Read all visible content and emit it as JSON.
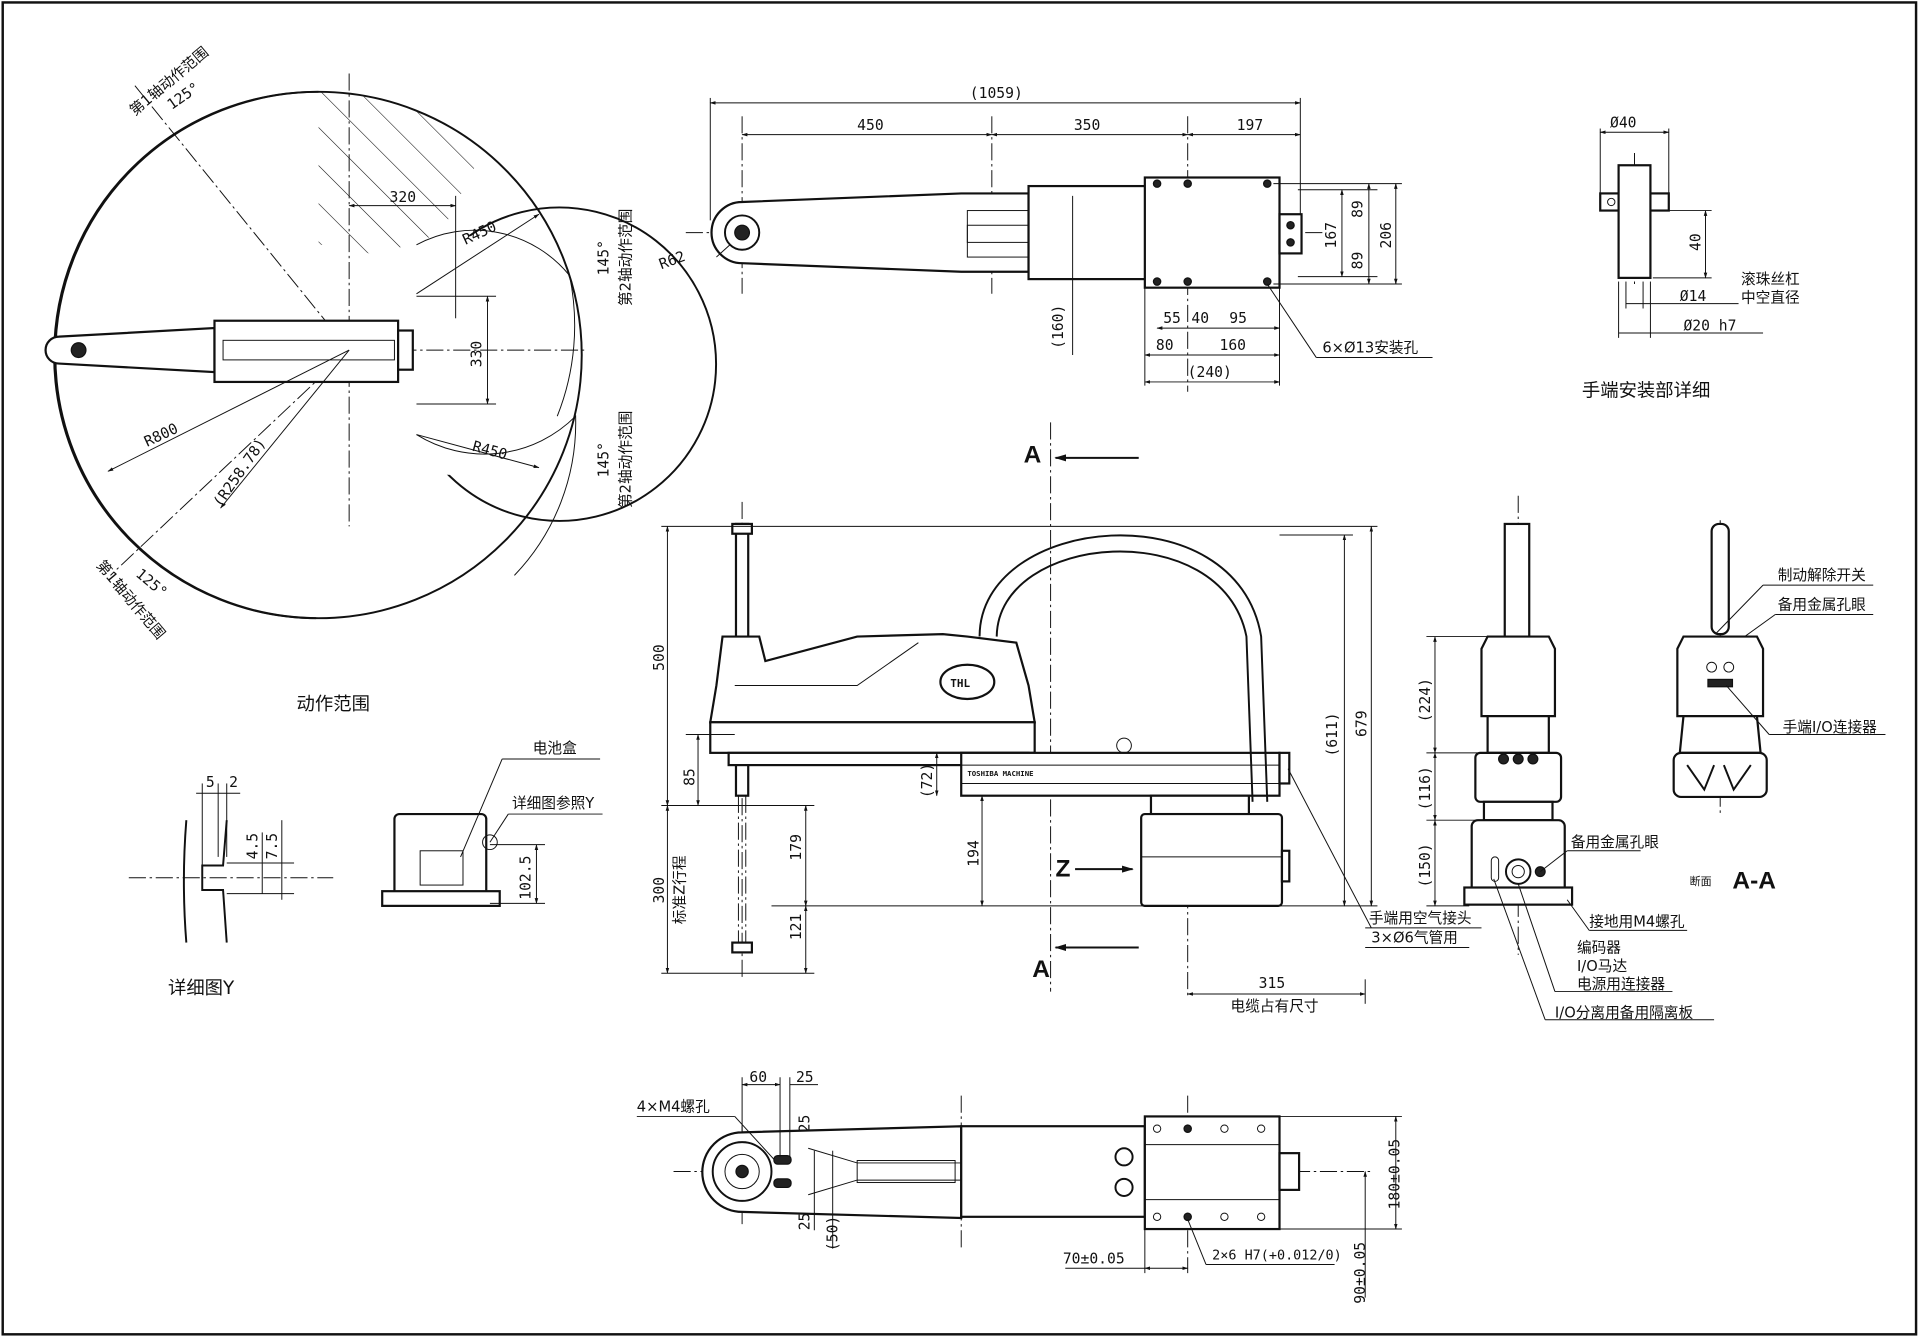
{
  "range_view": {
    "axis1_range_top": "第1轴动作范围",
    "angle_125_top": "125°",
    "dim_320": "320",
    "r450_top": "R450",
    "angle_145_top": "145°",
    "axis2_range_top": "第2轴动作范围",
    "dim_330": "330",
    "r800": "R800",
    "r258": "(R258.78)",
    "r450_bottom": "R450",
    "angle_145_bottom": "145°",
    "axis2_range_bottom": "第2轴动作范围",
    "angle_125_bottom": "125°",
    "axis1_range_bottom": "第1轴动作范围",
    "title": "动作范围"
  },
  "detail_y": {
    "dim_5": "5",
    "dim_2": "2",
    "dim_4_5": "4.5",
    "dim_7_5": "7.5",
    "title": "详细图Y"
  },
  "battery": {
    "battery_box": "电池盒",
    "see_detail_y": "详细图参照Y",
    "dim_102_5": "102.5"
  },
  "top_view": {
    "dim_1059": "(1059)",
    "dim_450": "450",
    "dim_350": "350",
    "dim_197": "197",
    "r62": "R62",
    "dim_160_paren": "(160)",
    "dim_167": "167",
    "dim_89_top": "89",
    "dim_89_bottom": "89",
    "dim_206": "206",
    "dim_55": "55",
    "dim_40": "40",
    "dim_95": "95",
    "dim_80": "80",
    "dim_160": "160",
    "dim_240": "(240)",
    "mount_holes": "6×Ø13安装孔"
  },
  "hand_detail": {
    "dia_40": "Ø40",
    "dim_40": "40",
    "ball_screw": "滚珠丝杠",
    "hollow_dia": "中空直径",
    "dia_14": "Ø14",
    "dia_20": "Ø20 h7",
    "title": "手端安装部详细"
  },
  "side_view": {
    "section_a_top": "A",
    "dim_500": "500",
    "dim_85": "85",
    "dim_72": "(72)",
    "dim_194": "194",
    "dim_179": "179",
    "dim_121": "121",
    "dim_300": "300",
    "z_stroke": "标准Z行程",
    "dim_611": "(611)",
    "dim_679": "679",
    "view_z": "Z",
    "section_a_bottom": "A",
    "air_joint": "手端用空气接头",
    "air_tube": "3×Ø6气管用",
    "dim_315": "315",
    "cable_space": "电缆占有尺寸",
    "brand": "TOSHIBA MACHINE",
    "logo": "THL"
  },
  "front_view": {
    "dim_224": "(224)",
    "dim_116": "(116)",
    "dim_150": "(150)",
    "spare_eyelet": "备用金属孔眼",
    "ground_screw": "接地用M4螺孔",
    "encoder": "编码器",
    "io_motor": "I/O马达",
    "power_connector": "电源用连接器",
    "io_partition": "I/O分离用备用隔离板"
  },
  "section_view": {
    "brake_release": "制动解除开关",
    "spare_eyelet": "备用金属孔眼",
    "hand_io": "手端I/O连接器",
    "section_label": "断面",
    "section_name": "A-A"
  },
  "bottom_view": {
    "dim_60": "60",
    "dim_25_top": "25",
    "m4_holes": "4×M4螺孔",
    "dim_25_v1": "25",
    "dim_25_v2": "25",
    "dim_50": "(50)",
    "dim_180": "180±0.05",
    "dim_70": "70±0.05",
    "pin_holes": "2×6 H7(+0.012/0)",
    "dim_90": "90±0.05"
  }
}
